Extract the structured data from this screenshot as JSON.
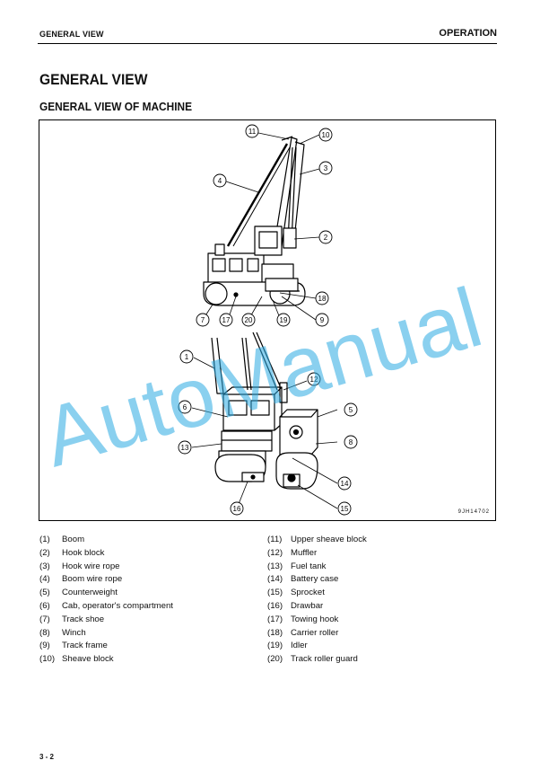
{
  "header": {
    "section_left": "GENERAL VIEW",
    "section_right": "OPERATION"
  },
  "title": "GENERAL VIEW",
  "subtitle": "GENERAL VIEW OF MACHINE",
  "figure": {
    "code": "9JH14702",
    "watermark": "AutoManual"
  },
  "callouts": [
    "1",
    "2",
    "3",
    "4",
    "5",
    "6",
    "7",
    "8",
    "9",
    "10",
    "11",
    "12",
    "13",
    "14",
    "15",
    "16",
    "17",
    "18",
    "19",
    "20"
  ],
  "legend_left": [
    {
      "num": "(1)",
      "label": "Boom"
    },
    {
      "num": "(2)",
      "label": "Hook block"
    },
    {
      "num": "(3)",
      "label": "Hook wire rope"
    },
    {
      "num": "(4)",
      "label": "Boom wire rope"
    },
    {
      "num": "(5)",
      "label": "Counterweight"
    },
    {
      "num": "(6)",
      "label": "Cab, operator's compartment"
    },
    {
      "num": "(7)",
      "label": "Track shoe"
    },
    {
      "num": "(8)",
      "label": "Winch"
    },
    {
      "num": "(9)",
      "label": "Track frame"
    },
    {
      "num": "(10)",
      "label": "Sheave block"
    }
  ],
  "legend_right": [
    {
      "num": "(11)",
      "label": "Upper sheave block"
    },
    {
      "num": "(12)",
      "label": "Muffler"
    },
    {
      "num": "(13)",
      "label": "Fuel tank"
    },
    {
      "num": "(14)",
      "label": "Battery case"
    },
    {
      "num": "(15)",
      "label": "Sprocket"
    },
    {
      "num": "(16)",
      "label": "Drawbar"
    },
    {
      "num": "(17)",
      "label": "Towing hook"
    },
    {
      "num": "(18)",
      "label": "Carrier roller"
    },
    {
      "num": "(19)",
      "label": "Idler"
    },
    {
      "num": "(20)",
      "label": "Track roller guard"
    }
  ],
  "page_number": "3 - 2"
}
